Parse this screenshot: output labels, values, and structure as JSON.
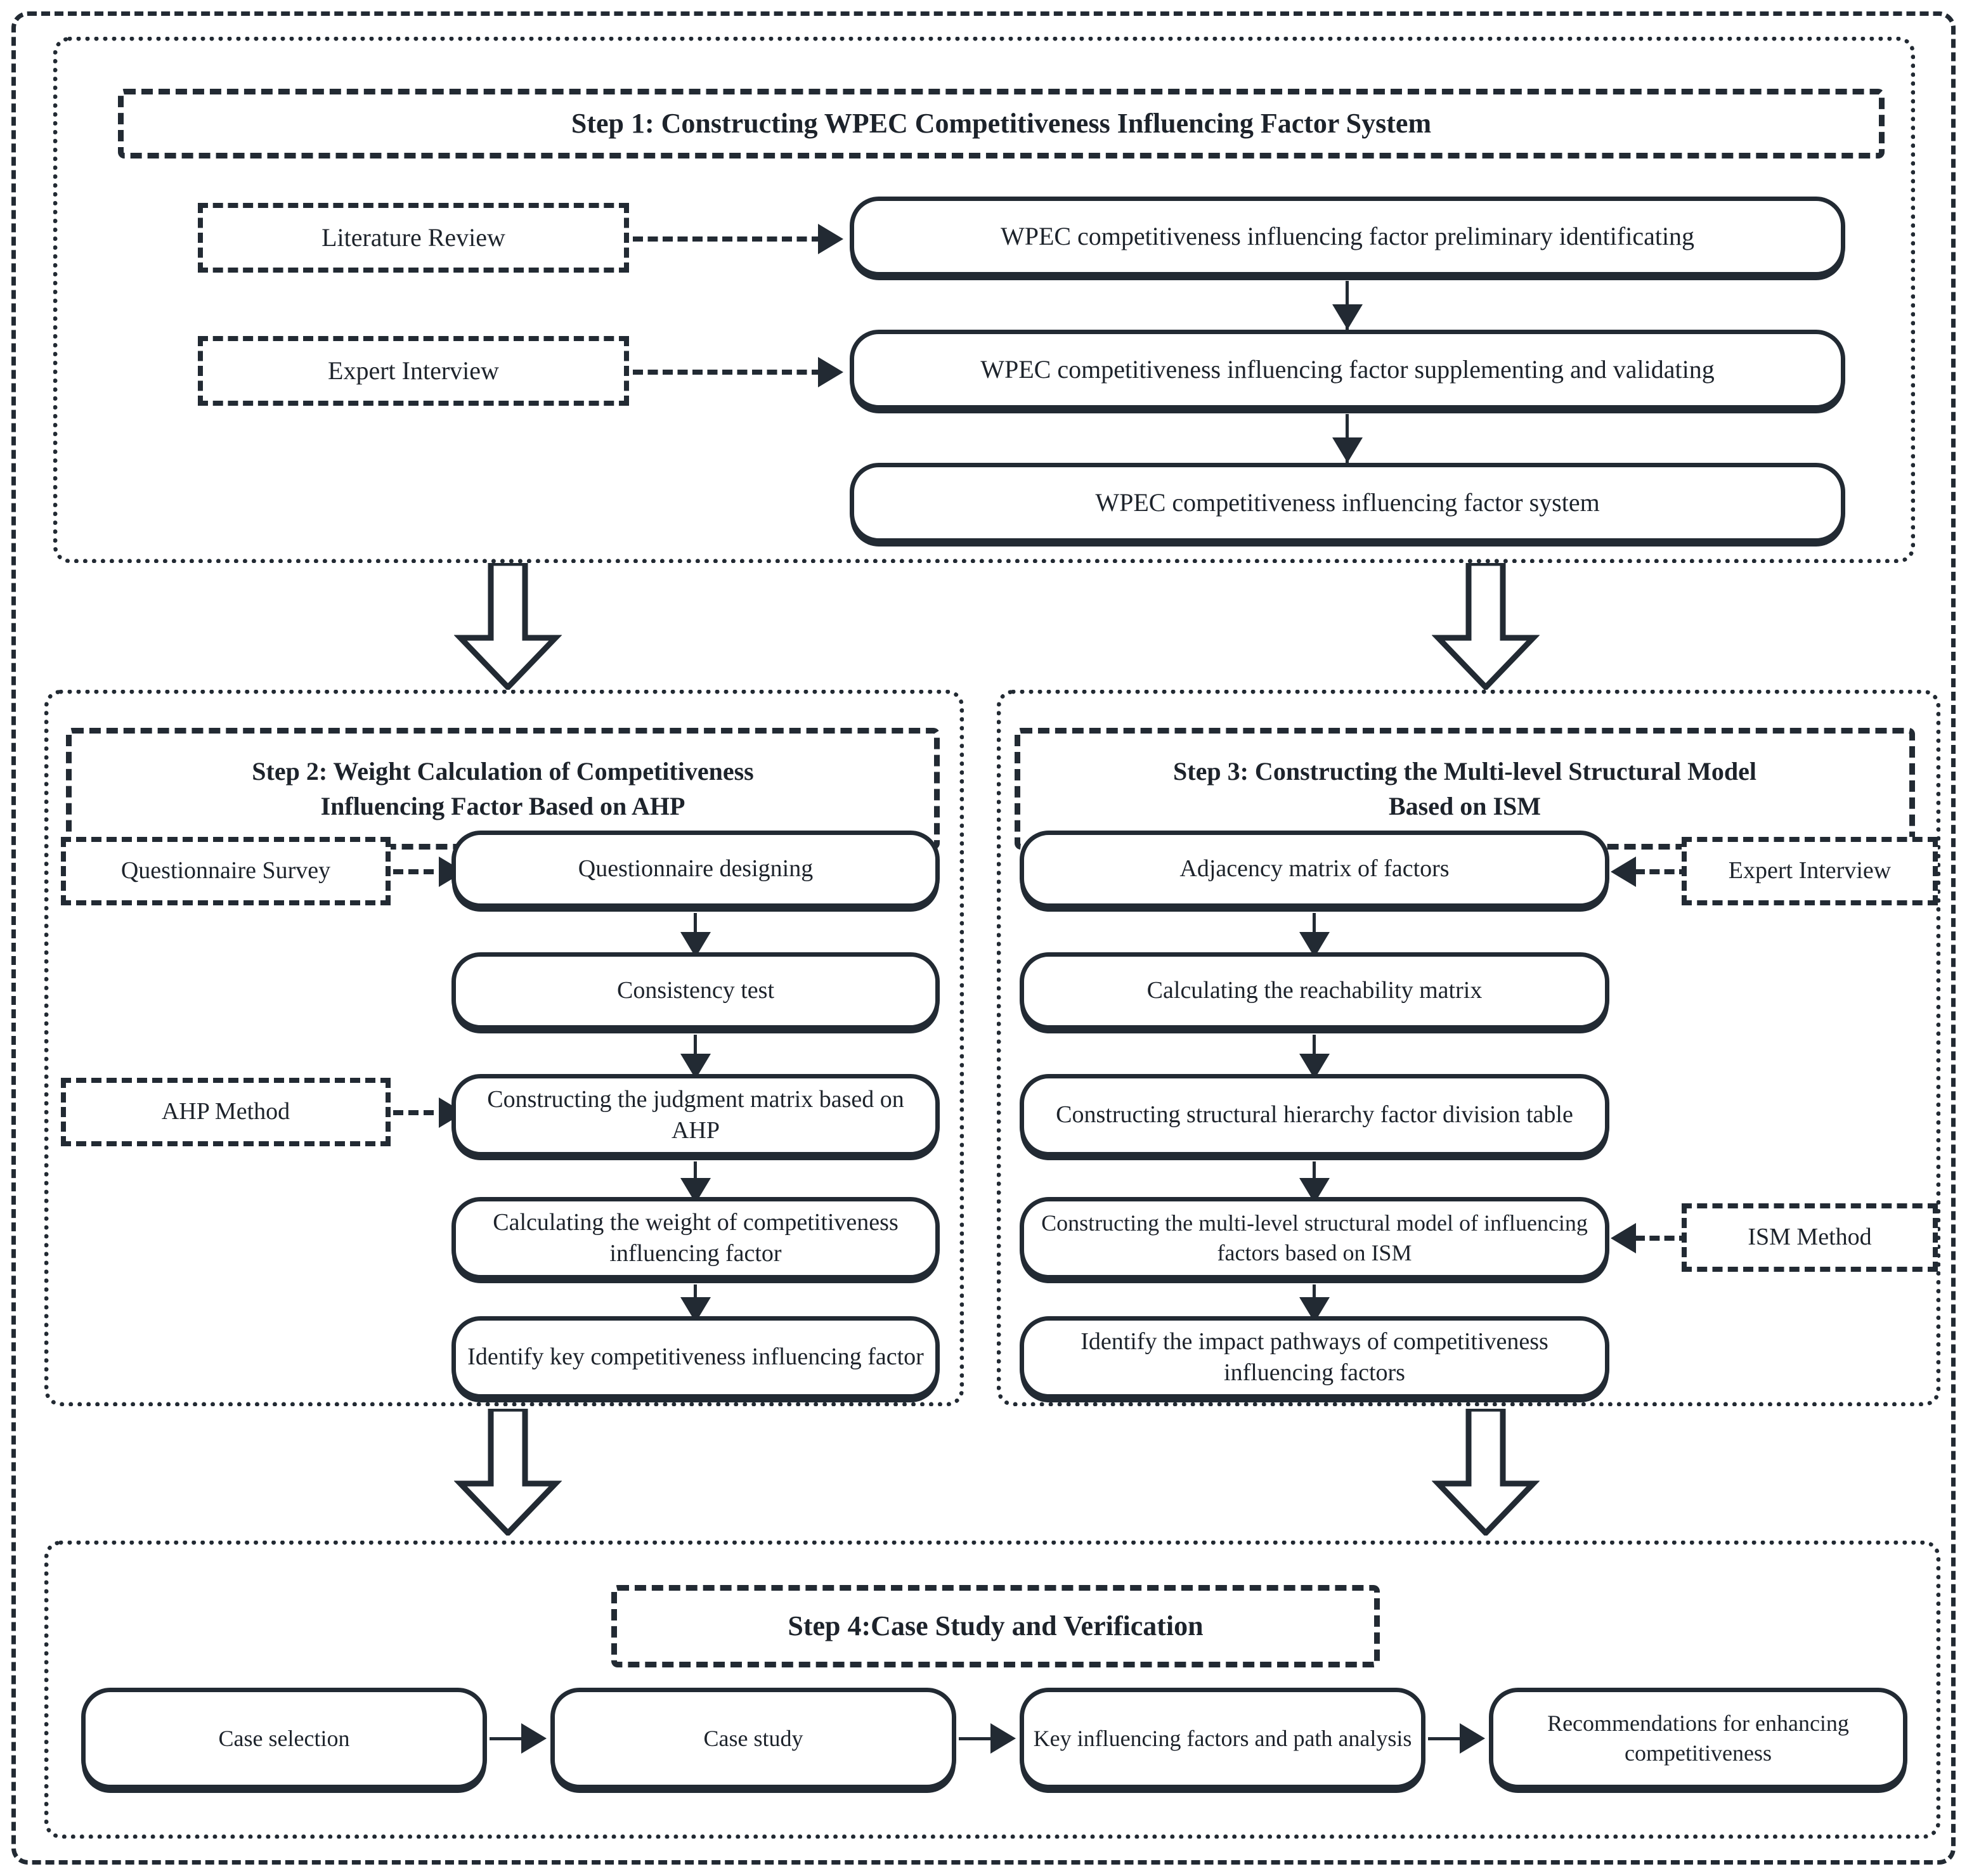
{
  "diagram": {
    "title": "WPEC Competitiveness Research Framework Flowchart",
    "colors": {
      "ink": "#222a33",
      "background": "#ffffff"
    }
  },
  "step1": {
    "title": "Step 1:  Constructing WPEC Competitiveness Influencing Factor System",
    "side_labels": [
      {
        "label": "Literature Review"
      },
      {
        "label": "Expert Interview"
      }
    ],
    "nodes": [
      {
        "label": "WPEC competitiveness influencing factor  preliminary identificating"
      },
      {
        "label": "WPEC competitiveness influencing factor supplementing and validating"
      },
      {
        "label": "WPEC competitiveness influencing factor system"
      }
    ]
  },
  "step2": {
    "title": "Step 2: Weight Calculation of Competitiveness Influencing Factor Based on AHP",
    "title_line1": "Step 2: Weight Calculation of Competitiveness",
    "title_line2": "Influencing Factor Based on AHP",
    "side_labels": [
      {
        "label": "Questionnaire Survey"
      },
      {
        "label": "AHP Method"
      }
    ],
    "nodes": [
      {
        "label": "Questionnaire designing"
      },
      {
        "label": "Consistency test"
      },
      {
        "label": "Constructing the judgment matrix based on AHP"
      },
      {
        "label": "Calculating the weight of competitiveness influencing factor"
      },
      {
        "label": "Identify key competitiveness influencing factor"
      }
    ]
  },
  "step3": {
    "title": "Step 3: Constructing the Multi-level Structural Model Based on ISM",
    "title_line1": "Step 3: Constructing the Multi-level Structural Model",
    "title_line2": "Based on ISM",
    "side_labels": [
      {
        "label": "Expert Interview"
      },
      {
        "label": "ISM Method"
      }
    ],
    "nodes": [
      {
        "label": "Adjacency matrix of factors"
      },
      {
        "label": "Calculating the reachability matrix"
      },
      {
        "label": "Constructing structural hierarchy factor division table"
      },
      {
        "label": "Constructing the multi-level structural model of influencing factors based on ISM"
      },
      {
        "label": "Identify the impact pathways of competitiveness influencing factors"
      }
    ]
  },
  "step4": {
    "title": "Step 4:Case Study and Verification",
    "nodes": [
      {
        "label": "Case selection"
      },
      {
        "label": "Case study"
      },
      {
        "label": "Key influencing factors and path analysis"
      },
      {
        "label": "Recommendations for enhancing competitiveness"
      }
    ]
  }
}
